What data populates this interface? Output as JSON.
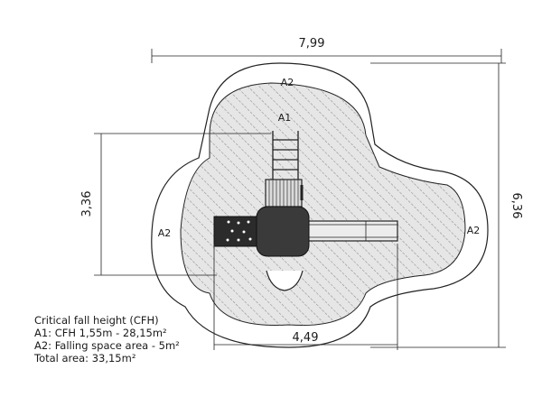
{
  "dimensions": {
    "overall_width": "7,99",
    "overall_height": "6,36",
    "a1_height": "3,36",
    "a1_width": "4,49"
  },
  "zone_labels": {
    "a2_top": "A2",
    "a1_top": "A1",
    "a2_left": "A2",
    "a2_right": "A2"
  },
  "legend": {
    "title": "Critical fall height (CFH)",
    "line_a1": "A1: CFH 1,55m - 28,15m²",
    "line_a2": "A2: Falling space area - 5m²",
    "line_total": "Total area: 33,15m²"
  },
  "colors": {
    "line": "#222222",
    "hatch": "#8a8a8a",
    "a1_fill": "#d9d9d9",
    "dark_part": "#2b2b2b",
    "slide": "#e6e6e6"
  }
}
